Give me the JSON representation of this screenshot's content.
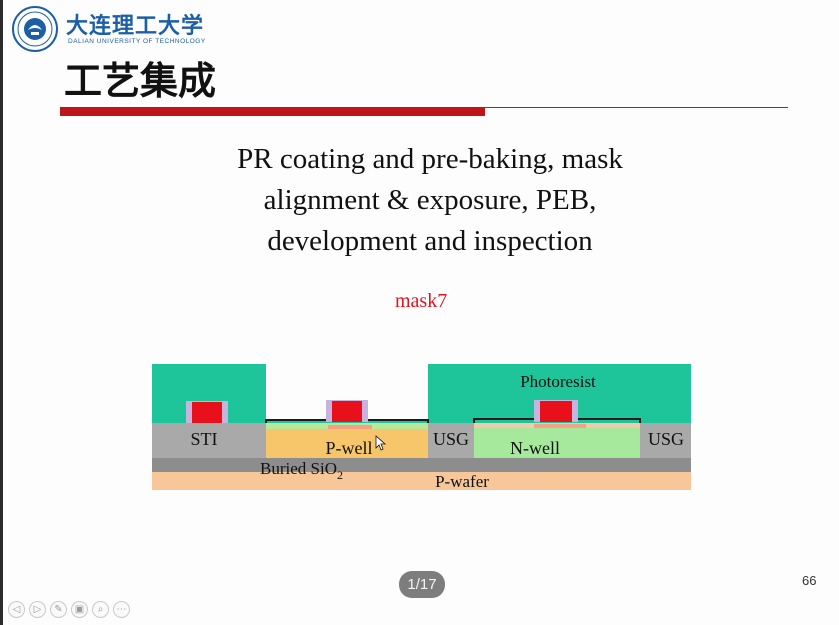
{
  "header": {
    "university_cn": "大连理工大学",
    "university_en": "DALIAN UNIVERSITY OF TECHNOLOGY",
    "slide_title": "工艺集成",
    "logo_icon": "university-seal-icon"
  },
  "body": {
    "lines": [
      "PR coating and pre-baking, mask",
      "alignment & exposure, PEB,",
      "development and inspection"
    ],
    "mask_label": "mask7"
  },
  "diagram": {
    "labels": {
      "photoresist": "Photoresist",
      "sti": "STI",
      "p_well": "P-well",
      "usg_left": "USG",
      "n_well": "N-well",
      "usg_right": "USG",
      "buried_sio2": "Buried SiO",
      "buried_sub": "2",
      "p_wafer": "P-wafer"
    },
    "colors": {
      "photoresist": "#1fc59a",
      "sti_usg": "#a9a9a9",
      "p_well": "#f7c66a",
      "n_well": "#a6e89c",
      "buried_oxide": "#8d8d8d",
      "wafer": "#f7c699",
      "gate": "#e8101a",
      "spacer": "#c7b3dd",
      "accent_red": "#c0141b",
      "mask_text": "#e0141e"
    }
  },
  "controls": {
    "page_indicator": "1/17",
    "slide_number": "66",
    "toolbar": [
      {
        "name": "prev-icon",
        "glyph": "◁"
      },
      {
        "name": "next-icon",
        "glyph": "▷"
      },
      {
        "name": "pen-icon",
        "glyph": "✎"
      },
      {
        "name": "slides-icon",
        "glyph": "▣"
      },
      {
        "name": "zoom-icon",
        "glyph": "⌕"
      },
      {
        "name": "more-icon",
        "glyph": "⋯"
      }
    ]
  }
}
